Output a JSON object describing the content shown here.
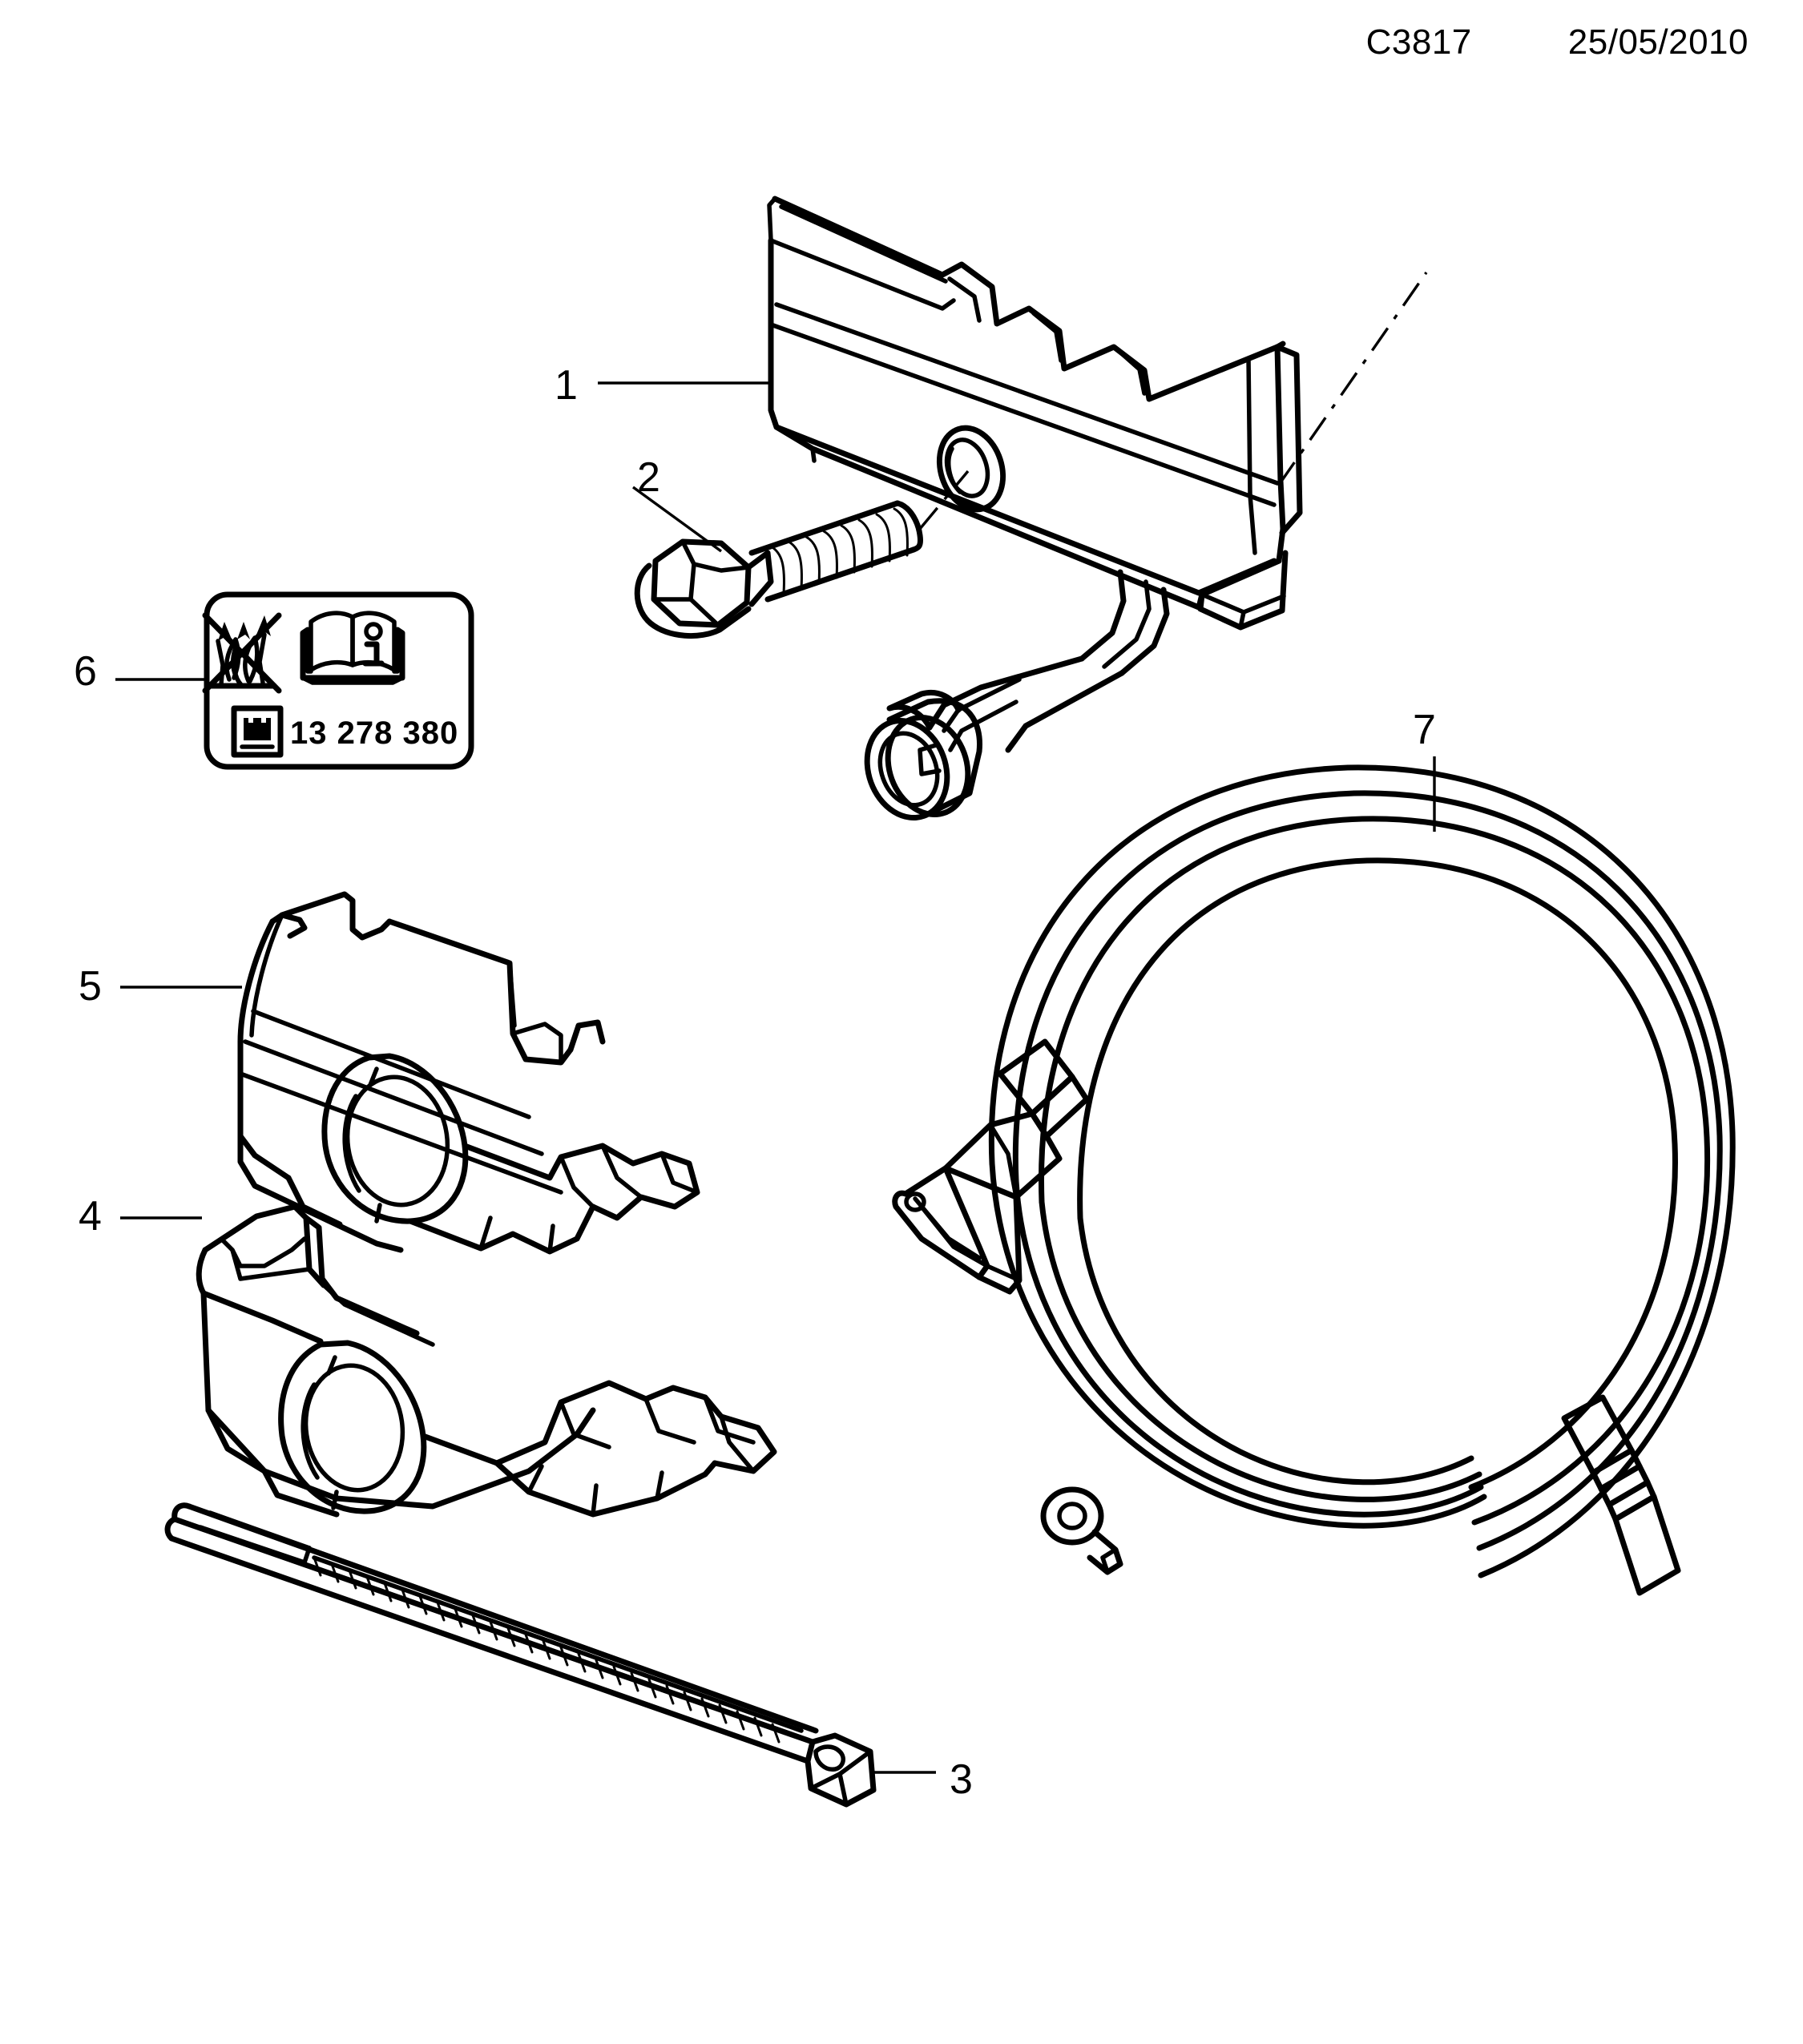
{
  "header": {
    "drawing_code": "C3817",
    "date": "25/05/2010"
  },
  "callouts": [
    {
      "id": "1",
      "label": "1",
      "part": "mounting-bracket"
    },
    {
      "id": "2",
      "label": "2",
      "part": "hex-flange-bolt"
    },
    {
      "id": "3",
      "label": "3",
      "part": "cable-tie"
    },
    {
      "id": "4",
      "label": "4",
      "part": "socket-retaining-bracket"
    },
    {
      "id": "5",
      "label": "5",
      "part": "socket-cover-shroud"
    },
    {
      "id": "6",
      "label": "6",
      "part": "warning-label"
    },
    {
      "id": "7",
      "label": "7",
      "part": "wiring-harness-cable"
    }
  ],
  "warning_label": {
    "part_number": "13 278 380",
    "icons": [
      "no-open-flame-icon",
      "read-manual-icon",
      "battery-icon"
    ]
  }
}
